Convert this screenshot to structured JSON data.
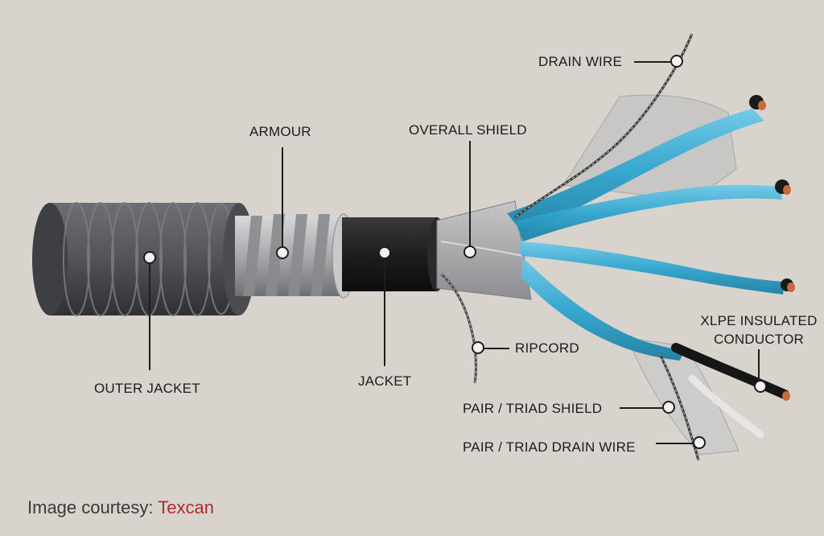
{
  "labels": {
    "drain_wire": "DRAIN WIRE",
    "armour": "ARMOUR",
    "overall_shield": "OVERALL SHIELD",
    "xlpe_line1": "XLPE INSULATED",
    "xlpe_line2": "CONDUCTOR",
    "ripcord": "RIPCORD",
    "outer_jacket": "OUTER JACKET",
    "jacket": "JACKET",
    "pair_triad_shield": "PAIR / TRIAD SHIELD",
    "pair_triad_drain_wire": "PAIR / TRIAD DRAIN WIRE"
  },
  "credit": {
    "prefix": "Image courtesy:",
    "brand": "Texcan"
  },
  "colors": {
    "background": "#d8d4cd",
    "outer_jacket": "#55575c",
    "armour": "#b9b9bb",
    "jacket": "#1e1e20",
    "shield_foil": "#a9a9ad",
    "pair_insulation": "#2fa6cf",
    "conductor_copper": "#c96a3c",
    "brand": "#b32a2a"
  }
}
